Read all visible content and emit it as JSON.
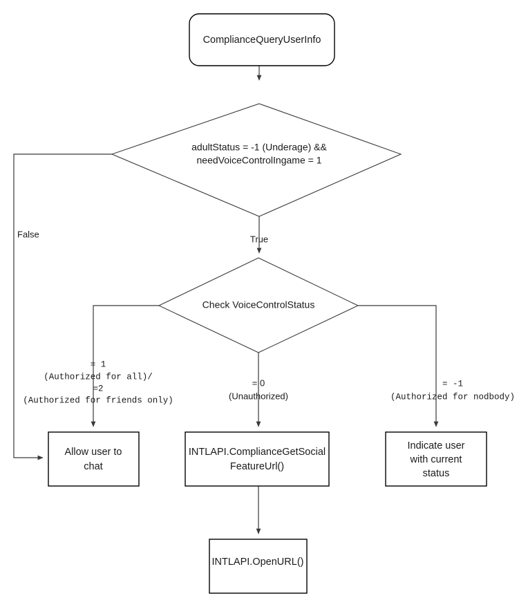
{
  "diagram": {
    "title": "ComplianceQueryUserInfo voice control flow",
    "type": "flowchart",
    "background": "#ffffff",
    "stroke_color": "#3a3a3a",
    "text_color": "#1a1a1a"
  },
  "nodes": {
    "start": {
      "shape": "rounded-rectangle",
      "label": "ComplianceQueryUserInfo"
    },
    "decision_adult": {
      "shape": "diamond",
      "line1": "adultStatus = -1  (Underage) &&",
      "line2": "needVoiceControlIngame = 1"
    },
    "decision_voice": {
      "shape": "diamond",
      "label": "Check VoiceControlStatus"
    },
    "allow_chat": {
      "shape": "rectangle",
      "line1": "Allow user to",
      "line2": "chat"
    },
    "get_social_url": {
      "shape": "rectangle",
      "line1": "INTLAPI.ComplianceGetSocial",
      "line2": "FeatureUrl()"
    },
    "indicate_status": {
      "shape": "rectangle",
      "line1": "Indicate user",
      "line2": "with current",
      "line3": "status"
    },
    "open_url": {
      "shape": "rectangle",
      "label": "INTLAPI.OpenURL()"
    }
  },
  "edges": {
    "false_branch": {
      "label": "False"
    },
    "true_branch": {
      "label": "True"
    },
    "voice_authorized": {
      "line1": "= 1",
      "line2": "(Authorized for all)/",
      "line3": "=2",
      "line4": "(Authorized for friends only)"
    },
    "voice_unauthorized": {
      "line1": "= 0",
      "line2": "(Unauthorized)"
    },
    "voice_nobody": {
      "line1": "= -1",
      "line2": "(Authorized for nodbody)"
    }
  }
}
